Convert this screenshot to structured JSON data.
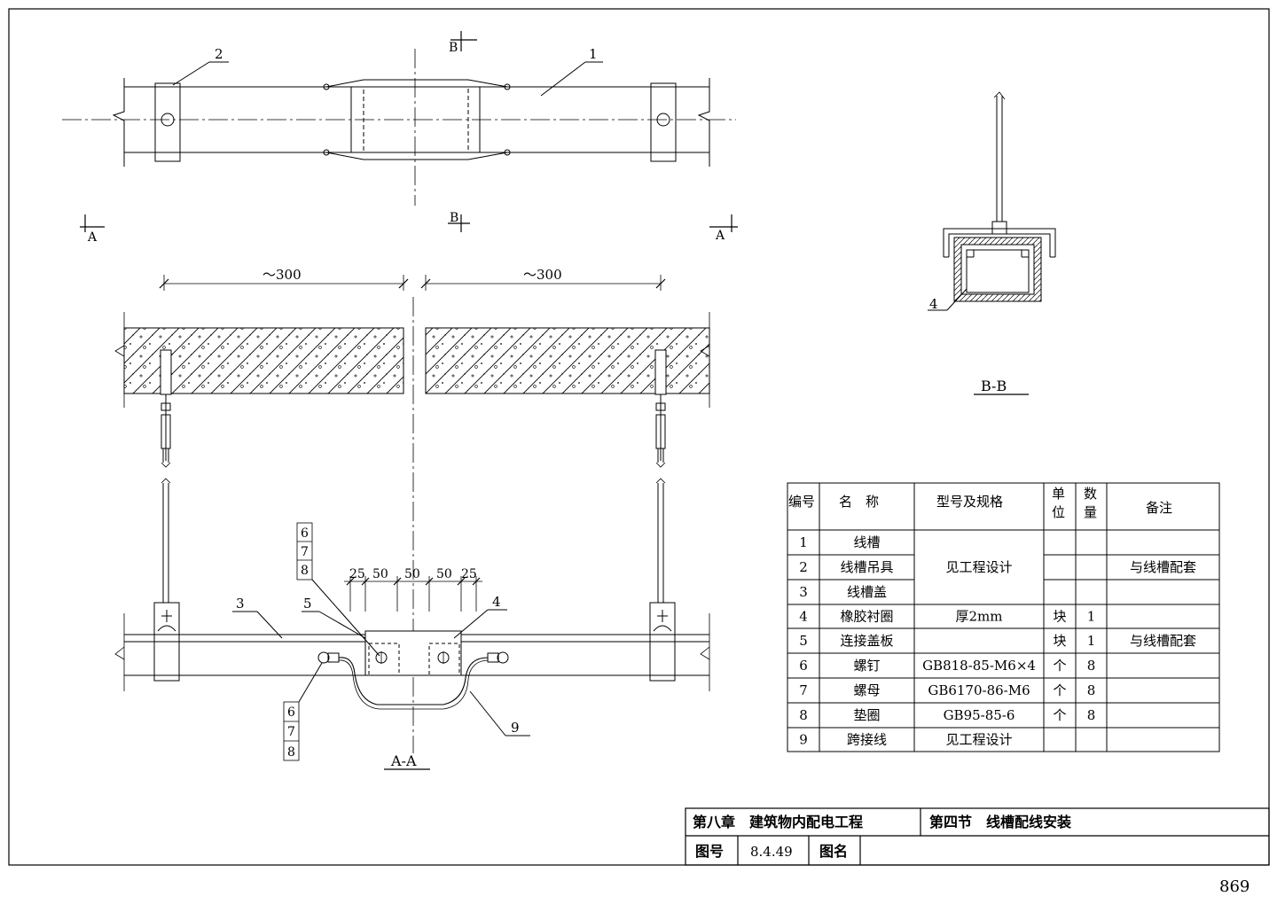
{
  "drawing": {
    "plan_view": {
      "leader_1": "1",
      "leader_2": "2",
      "section_mark": "B"
    },
    "section_aa": {
      "section_mark": "A",
      "dim_left": "～300",
      "dim_right": "～300",
      "dims_small": [
        "25",
        "50",
        "50",
        "50",
        "25"
      ],
      "leaders_top": [
        "6",
        "7",
        "8"
      ],
      "leaders_bottom": [
        "6",
        "7",
        "8"
      ],
      "leader_3": "3",
      "leader_4": "4",
      "leader_5": "5",
      "leader_9": "9",
      "title": "A-A"
    },
    "section_bb": {
      "leader_4": "4",
      "title": "B-B"
    }
  },
  "parts_table": {
    "headers": [
      "编号",
      "名　称",
      "型号及规格",
      "单位",
      "数量",
      "备注"
    ],
    "rows": [
      {
        "no": "1",
        "name": "线槽",
        "spec": "",
        "unit": "",
        "qty": "",
        "note": ""
      },
      {
        "no": "2",
        "name": "线槽吊具",
        "spec": "见工程设计",
        "unit": "",
        "qty": "",
        "note": "与线槽配套"
      },
      {
        "no": "3",
        "name": "线槽盖",
        "spec": "",
        "unit": "",
        "qty": "",
        "note": ""
      },
      {
        "no": "4",
        "name": "橡胶衬圈",
        "spec": "厚2mm",
        "unit": "块",
        "qty": "1",
        "note": ""
      },
      {
        "no": "5",
        "name": "连接盖板",
        "spec": "",
        "unit": "块",
        "qty": "1",
        "note": "与线槽配套"
      },
      {
        "no": "6",
        "name": "螺钉",
        "spec": "GB818-85-M6×4",
        "unit": "个",
        "qty": "8",
        "note": ""
      },
      {
        "no": "7",
        "name": "螺母",
        "spec": "GB6170-86-M6",
        "unit": "个",
        "qty": "8",
        "note": ""
      },
      {
        "no": "8",
        "name": "垫圈",
        "spec": "GB95-85-6",
        "unit": "个",
        "qty": "8",
        "note": ""
      },
      {
        "no": "9",
        "name": "跨接线",
        "spec": "见工程设计",
        "unit": "",
        "qty": "",
        "note": ""
      }
    ]
  },
  "title_block": {
    "chapter": "第八章　建筑物内配电工程",
    "section": "第四节　线槽配线安装",
    "fig_no_label": "图号",
    "fig_no": "8.4.49",
    "fig_name_label": "图名"
  },
  "page_number": "869"
}
